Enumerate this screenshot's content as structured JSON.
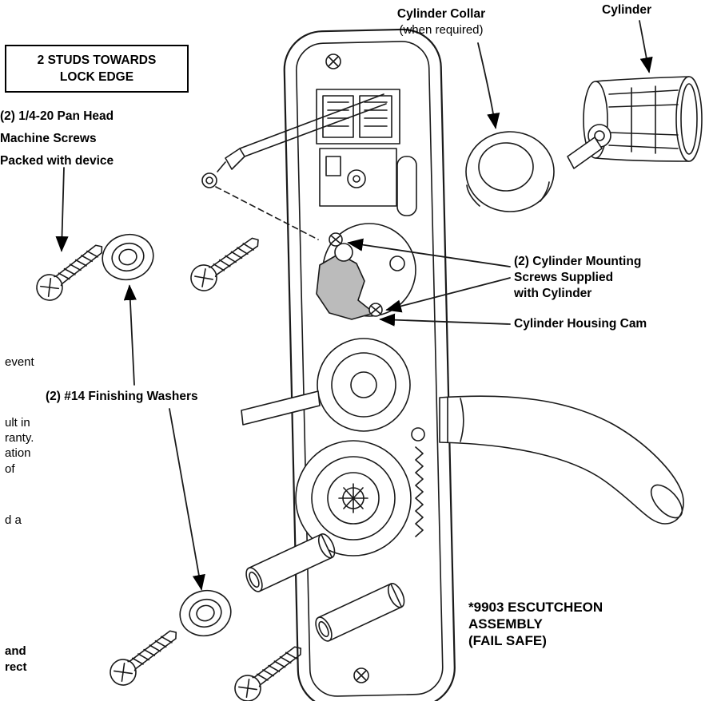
{
  "diagram": {
    "boxed_note": {
      "line1": "2 STUDS TOWARDS",
      "line2": "LOCK EDGE"
    },
    "labels": {
      "machine_screws": {
        "line1": "(2) 1/4-20 Pan Head",
        "line2": "Machine Screws",
        "line3": "Packed with device"
      },
      "cylinder_collar": {
        "title": "Cylinder Collar",
        "subtitle": "(when required)"
      },
      "cylinder": "Cylinder",
      "mounting_screws": {
        "line1": "(2) Cylinder Mounting",
        "line2": "Screws Supplied",
        "line3": "with Cylinder"
      },
      "housing_cam": "Cylinder Housing Cam",
      "finishing_washers": "(2) #14 Finishing Washers",
      "assembly": {
        "line1": "*9903 ESCUTCHEON",
        "line2": "ASSEMBLY",
        "line3": "(FAIL SAFE)"
      }
    },
    "clipped_text_fragments": [
      "event",
      "ult in",
      "ranty.",
      "ation",
      "of",
      "d a",
      "and",
      "rect"
    ]
  },
  "colors": {
    "line": "#1a1a1a",
    "background": "#ffffff",
    "cam_fill": "#bbbbbb"
  }
}
